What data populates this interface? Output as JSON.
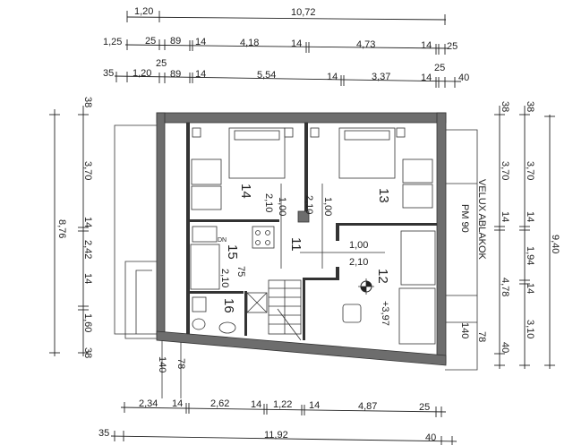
{
  "top_dimensions": {
    "row1": [
      "1,20",
      "10,72"
    ],
    "row2": [
      "1,25",
      "25",
      "89",
      "14",
      "4,18",
      "14",
      "4,73",
      "14",
      "25"
    ],
    "row3": [
      "35",
      "1,20",
      "25",
      "89",
      "14",
      "5,54",
      "14",
      "3,37",
      "14",
      "25",
      "40"
    ]
  },
  "bottom_dimensions": {
    "row1": [
      "2,34",
      "14",
      "2,62",
      "14",
      "1,22",
      "14",
      "4,87",
      "25"
    ],
    "row2": [
      "35",
      "11,92",
      "40"
    ]
  },
  "left_dimensions": {
    "total": "8,76",
    "parts": [
      "38",
      "3,70",
      "14",
      "2,42",
      "14",
      "1,60",
      "38"
    ]
  },
  "right_dimensions": {
    "col1": [
      "38",
      "3,70",
      "14",
      "4,78",
      "40"
    ],
    "col2": [
      "38",
      "3,70",
      "14",
      "1,94",
      "14",
      "3,10"
    ],
    "total": "9,40"
  },
  "annotations": {
    "velux": "VELUX ABLAKOK",
    "pm": "PM 90",
    "right_140": "140",
    "right_78": "78",
    "bottom_140": "140",
    "bottom_78": "78"
  },
  "rooms": {
    "r14": "14",
    "r13": "13",
    "r11": "11",
    "r15": "15",
    "r16": "16",
    "r12": "12",
    "level": "+3,97"
  },
  "door_labels": {
    "d14_h": "2,10",
    "d14_w": "1,00",
    "d13_h": "2,10",
    "d13_w": "1,00",
    "d12_w": "1,00",
    "d12_h": "2,10",
    "d15_w": "75",
    "d15_h": "2,10",
    "dn": "DN"
  }
}
